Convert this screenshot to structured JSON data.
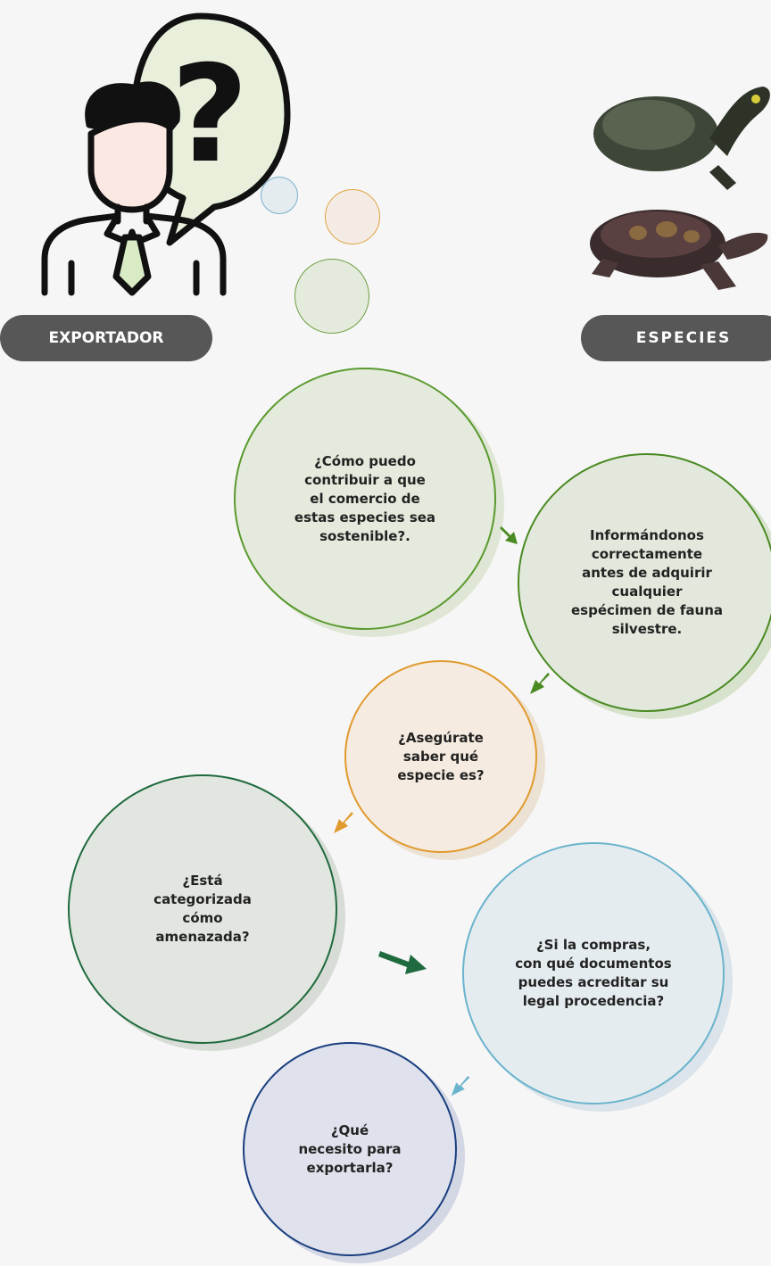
{
  "labels": {
    "exportador": "EXPORTADOR",
    "especies": "ESPECIES"
  },
  "header_icon": {
    "name": "question-mark",
    "glyph": "?"
  },
  "nodes": [
    {
      "text": "¿Cómo puedo\ncontribuir a que\nel comercio de\nestas especies sea\nsostenible?.",
      "border": "#5a9a2e",
      "fill": "#e4eadc",
      "shadow": "#dfe6d5"
    },
    {
      "text": "Informándonos\ncorrectamente\nantes de adquirir\ncualquier\nespécimen de fauna\nsilvestre.",
      "border": "#4a8a22",
      "fill": "#e2e9dc",
      "shadow": "#d7e2cc"
    },
    {
      "text": "¿Asegúrate\nsaber qué\nespecie es?",
      "border": "#e09a2e",
      "fill": "#f5ebe0",
      "shadow": "#ece2d4"
    },
    {
      "text": "¿Está\ncategorizada\ncómo\namenazada?",
      "border": "#1f6a3e",
      "fill": "#e2e6e0",
      "shadow": "#d7ddd6"
    },
    {
      "text": "¿Si la compras,\ncon qué documentos\npuedes acreditar su\nlegal procedencia?",
      "border": "#6ab4cc",
      "fill": "#e5ecf0",
      "shadow": "#dbe4ea"
    },
    {
      "text": "¿Qué\nnecesito para\nexportarla?",
      "border": "#1a3e80",
      "fill": "#dfe2ec",
      "shadow": "#d3d7e4"
    }
  ],
  "colors": {
    "pill": "#575757",
    "arrow_green": "#4a8a22",
    "arrow_orange": "#e09a2e",
    "arrow_dark_green": "#1f6a3e",
    "arrow_blue": "#6ab4cc"
  }
}
